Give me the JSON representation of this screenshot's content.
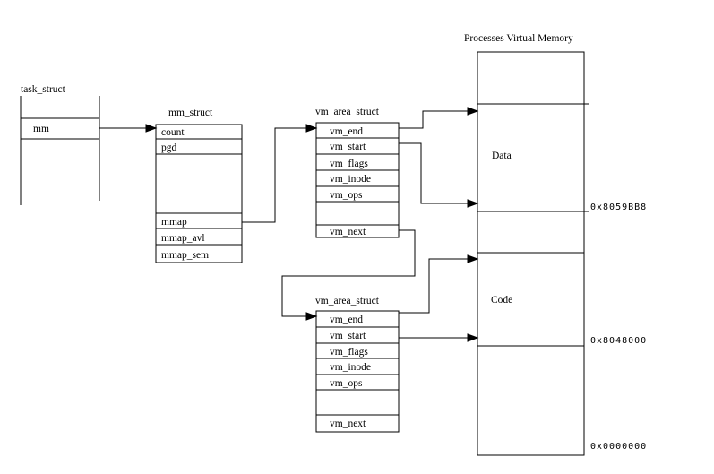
{
  "colors": {
    "background": "#ffffff",
    "line": "#000000",
    "text": "#000000"
  },
  "task_struct": {
    "title": "task_struct",
    "field_mm": "mm"
  },
  "mm_struct": {
    "title": "mm_struct",
    "rows": [
      "count",
      "pgd",
      "mmap",
      "mmap_avl",
      "mmap_sem"
    ]
  },
  "vm_area_struct_1": {
    "title": "vm_area_struct",
    "rows": [
      "vm_end",
      "vm_start",
      "vm_flags",
      "vm_inode",
      "vm_ops",
      "vm_next"
    ]
  },
  "vm_area_struct_2": {
    "title": "vm_area_struct",
    "rows": [
      "vm_end",
      "vm_start",
      "vm_flags",
      "vm_inode",
      "vm_ops",
      "vm_next"
    ]
  },
  "memory_map": {
    "title": "Processes Virtual Memory",
    "segments": {
      "data_label": "Data",
      "code_label": "Code"
    },
    "addresses": {
      "data_start": "0x8059BB8",
      "code_start": "0x8048000",
      "bottom": "0x0000000"
    }
  }
}
